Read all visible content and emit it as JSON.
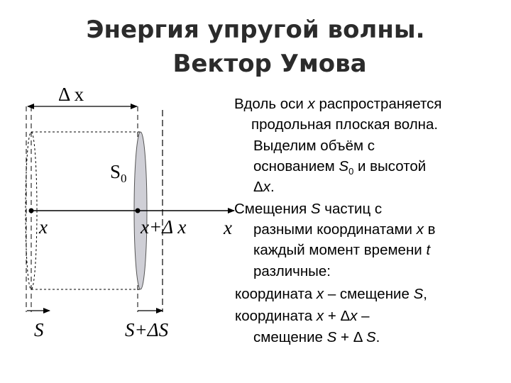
{
  "title": {
    "line1": "Энергия упругой волны.",
    "line2": "Вектор Умова"
  },
  "diagram": {
    "label_dx": "Δ x",
    "label_s0": "S",
    "label_s0_sub": "0",
    "label_x": "x",
    "label_x_plus_dx": "x+Δ x",
    "label_axis_x": "x",
    "label_s": "S",
    "label_s_plus_ds": "S+ΔS"
  },
  "text": {
    "l1_a": "Вдоль оси ",
    "l1_x": "x",
    "l1_b": " распространяется",
    "l2": "продольная плоская волна.",
    "l3": "Выделим объём с",
    "l4_a": "основанием ",
    "l4_s": "S",
    "l4_sub": "0",
    "l4_b": " и высотой",
    "l5_a": "Δ",
    "l5_x": "x",
    "l5_b": ".",
    "l6_a": "Смещения ",
    "l6_s": "S",
    "l6_b": " частиц с",
    "l7_a": "разными координатами ",
    "l7_x": "x",
    "l7_b": " в",
    "l8_a": "каждый момент времени ",
    "l8_t": "t",
    "l9": "различные:",
    "l10_a": "координата ",
    "l10_x": "x",
    "l10_b": " – смещение ",
    "l10_s": "S",
    "l10_c": ",",
    "l11_a": "координата ",
    "l11_x": "x",
    "l11_b": " + Δ",
    "l11_x2": "x",
    "l11_c": " –",
    "l12_a": "смещение ",
    "l12_s": "S",
    "l12_b": " + Δ ",
    "l12_s2": "S",
    "l12_c": "."
  }
}
